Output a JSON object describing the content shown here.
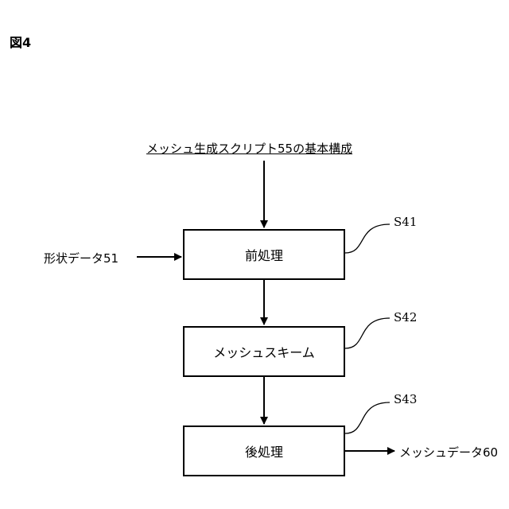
{
  "figure_label": "図4",
  "title": "メッシュ生成スクリプト55の基本構成",
  "input": "形状データ51",
  "output": "メッシュデータ60",
  "steps": [
    {
      "id": "S41",
      "label": "前処理"
    },
    {
      "id": "S42",
      "label": "メッシュスキーム"
    },
    {
      "id": "S43",
      "label": "後処理"
    }
  ]
}
